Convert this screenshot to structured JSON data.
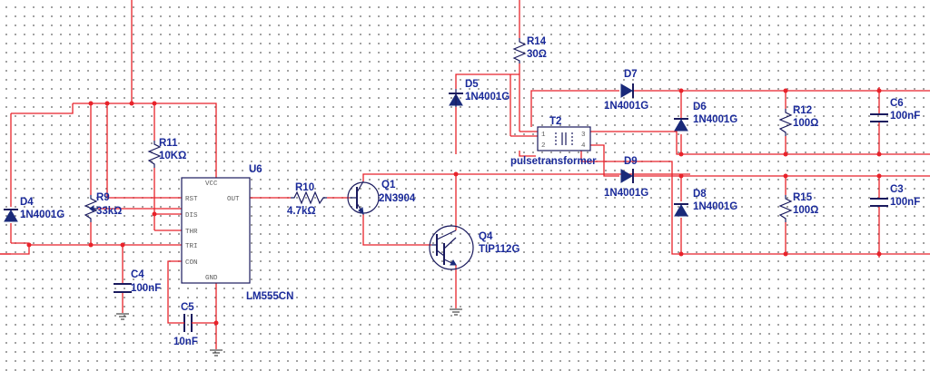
{
  "components": {
    "R14": {
      "ref": "R14",
      "value": "30Ω"
    },
    "D5": {
      "ref": "D5",
      "value": "1N4001G"
    },
    "D7": {
      "ref": "D7",
      "value": "1N4001G"
    },
    "D6": {
      "ref": "D6",
      "value": "1N4001G"
    },
    "R12": {
      "ref": "R12",
      "value": "100Ω"
    },
    "C6": {
      "ref": "C6",
      "value": "100nF"
    },
    "T2": {
      "ref": "T2",
      "value": "pulsetransformer"
    },
    "D9": {
      "ref": "D9",
      "value": "1N4001G"
    },
    "D8": {
      "ref": "D8",
      "value": "1N4001G"
    },
    "R15": {
      "ref": "R15",
      "value": "100Ω"
    },
    "C3": {
      "ref": "C3",
      "value": "100nF"
    },
    "R11": {
      "ref": "R11",
      "value": "10KΩ"
    },
    "U6": {
      "ref": "U6",
      "value": "LM555CN"
    },
    "R10": {
      "ref": "R10",
      "value": "4.7kΩ"
    },
    "Q1": {
      "ref": "Q1",
      "value": "2N3904"
    },
    "D4": {
      "ref": "D4",
      "value": "1N4001G"
    },
    "R9": {
      "ref": "R9",
      "value": "33kΩ"
    },
    "Q4": {
      "ref": "Q4",
      "value": "TIP112G"
    },
    "C4": {
      "ref": "C4",
      "value": "100nF"
    },
    "C5": {
      "ref": "C5",
      "value": "10nF"
    }
  },
  "u6_pins": {
    "vcc": "VCC",
    "rst": "RST",
    "out": "OUT",
    "dis": "DIS",
    "thr": "THR",
    "tri": "TRI",
    "con": "CON",
    "gnd": "GND"
  },
  "colors": {
    "wire": "#e8222a",
    "label": "#1a2a9a",
    "symbol": "#1a1a5e"
  }
}
